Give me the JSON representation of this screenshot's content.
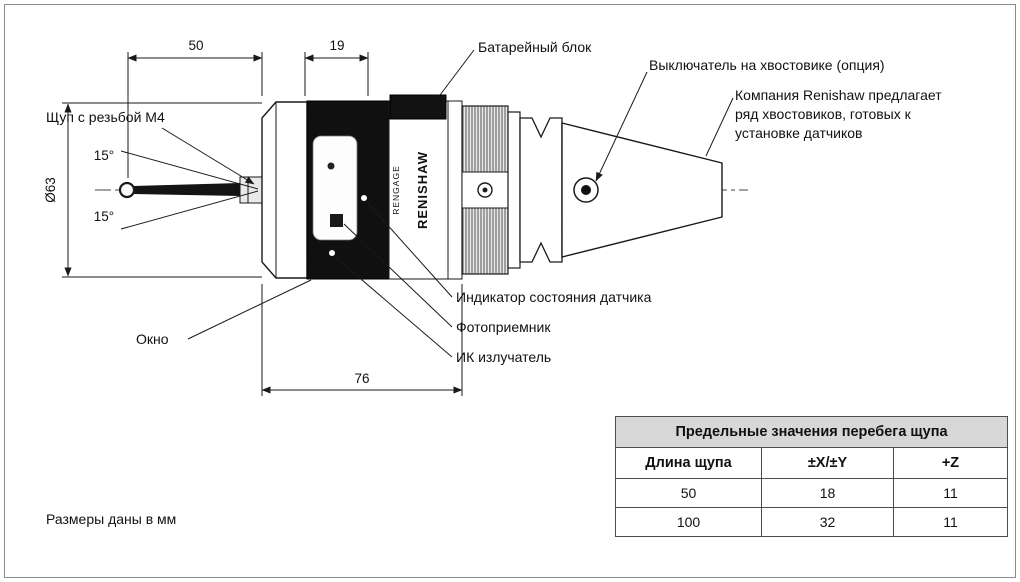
{
  "footnote": "Размеры даны в мм",
  "drawing": {
    "brand_text": "RENISHAW",
    "tech_text": "RENGAGE",
    "labels": {
      "battery": "Батарейный блок",
      "shank_switch": "Выключатель на хвостовике (опция)",
      "shank_note": [
        "Компания Renishaw предлагает",
        "ряд хвостовиков, готовых к",
        "установке датчиков"
      ],
      "stylus": "Щуп с резьбой M4",
      "status_indicator": "Индикатор состояния датчика",
      "photo_receiver": "Фотоприемник",
      "ir_emitter": "ИК излучатель",
      "window": "Окно"
    },
    "dims": {
      "stylus_length": "50",
      "front_offset": "19",
      "body_length": "76",
      "diameter": "Ø63",
      "angle_up": "15°",
      "angle_down": "15°"
    }
  },
  "table": {
    "title": "Предельные значения перебега щупа",
    "columns": [
      "Длина щупа",
      "±X/±Y",
      "+Z"
    ],
    "rows": [
      [
        "50",
        "18",
        "11"
      ],
      [
        "100",
        "32",
        "11"
      ]
    ]
  }
}
